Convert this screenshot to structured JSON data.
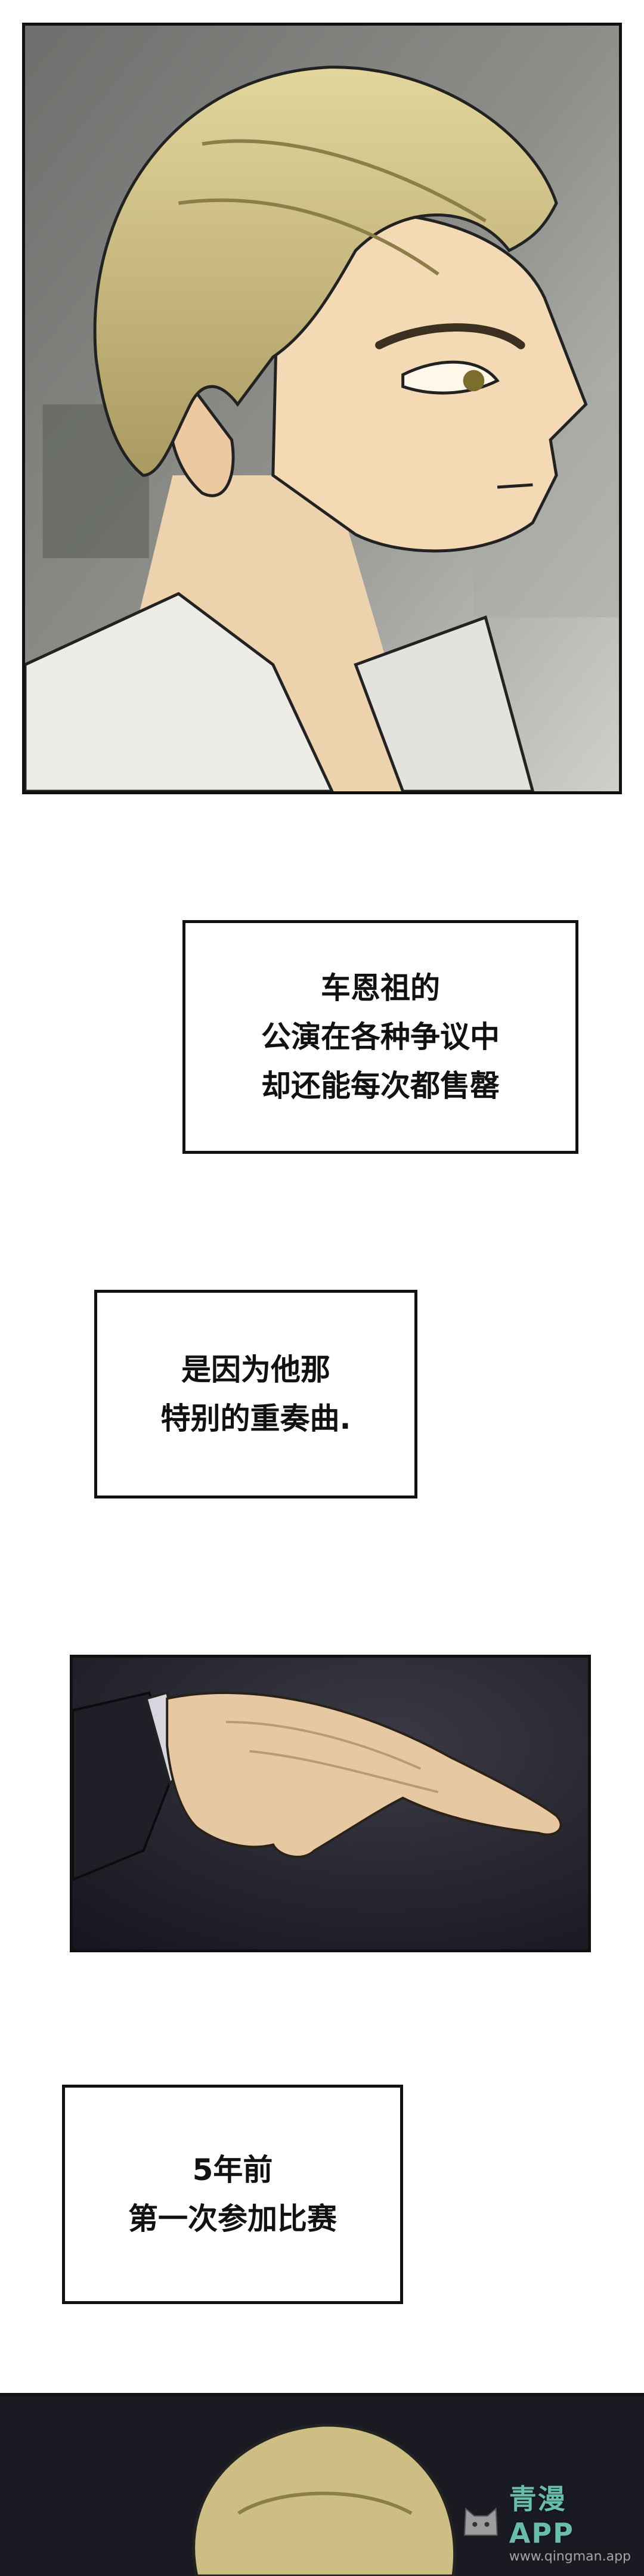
{
  "captions": [
    {
      "lines": [
        "车恩祖的",
        "公演在各种争议中",
        "却还能每次都售罄"
      ]
    },
    {
      "lines": [
        "是因为他那",
        "特别的重奏曲."
      ]
    },
    {
      "lines": [
        "5年前",
        "第一次参加比赛"
      ]
    }
  ],
  "watermark": {
    "title": "青漫APP",
    "url": "www.qingman.app"
  },
  "colors": {
    "border": "#111111",
    "hair": "#cdbf83",
    "skin": "#f3d9b4",
    "night": "#1d1d27"
  }
}
